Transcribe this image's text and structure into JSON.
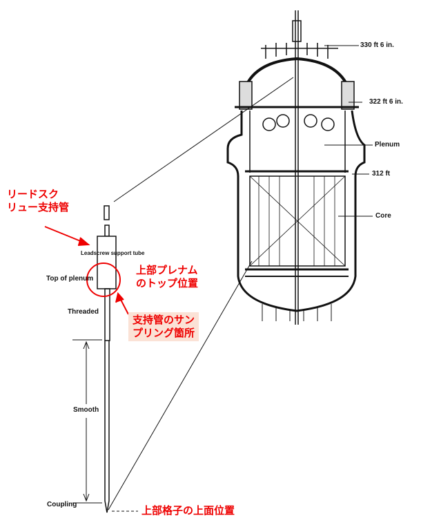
{
  "vessel_labels": {
    "elev_top": "330 ft 6 in.",
    "elev_flange": "322 ft 6 in.",
    "plenum": "Plenum",
    "elev_312": "312 ft",
    "core": "Core"
  },
  "rod_labels": {
    "support_tube": "Leadscrew support tube",
    "top_of_plenum": "Top of plenum",
    "threaded": "Threaded",
    "smooth": "Smooth",
    "coupling": "Coupling"
  },
  "annotations": {
    "leadscrew_support_tube_line1": "リードスク",
    "leadscrew_support_tube_line2": "リュー支持管",
    "plenum_top_line1": "上部プレナム",
    "plenum_top_line2": "のトップ位置",
    "sampling_line1": "支持管のサン",
    "sampling_line2": "プリング箇所",
    "upper_grid": "上部格子の上面位置"
  },
  "colors": {
    "annotation": "#e00000",
    "highlight_box": "#fbe2d6"
  }
}
